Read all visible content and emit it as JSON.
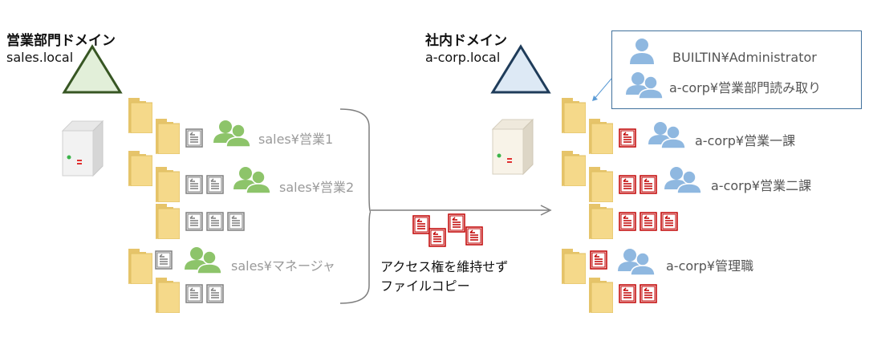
{
  "left_domain": {
    "title": "営業部門ドメイン",
    "host": "sales.local"
  },
  "right_domain": {
    "title": "社内ドメイン",
    "host": "a-corp.local"
  },
  "left_groups": [
    "sales¥営業1",
    "sales¥営業2",
    "sales¥マネージャ"
  ],
  "right_groups": [
    "a-corp¥営業一課",
    "a-corp¥営業二課",
    "a-corp¥管理職"
  ],
  "info_box": {
    "line1": "BUILTIN¥Administrator",
    "line2": "a-corp¥営業部門読み取り"
  },
  "copy_caption": {
    "line1": "アクセス権を維持せず",
    "line2": "ファイルコピー"
  },
  "colors": {
    "left_triangle_fill": "#e2efd9",
    "left_triangle_stroke": "#375623",
    "right_triangle_fill": "#dde9f5",
    "right_triangle_stroke": "#1f3c5a",
    "folder": "#f5d98a",
    "user_green": "#8dc46a",
    "user_blue": "#8fb8e0",
    "doc_red": "#c00000",
    "doc_gray": "#7f7f7f"
  }
}
